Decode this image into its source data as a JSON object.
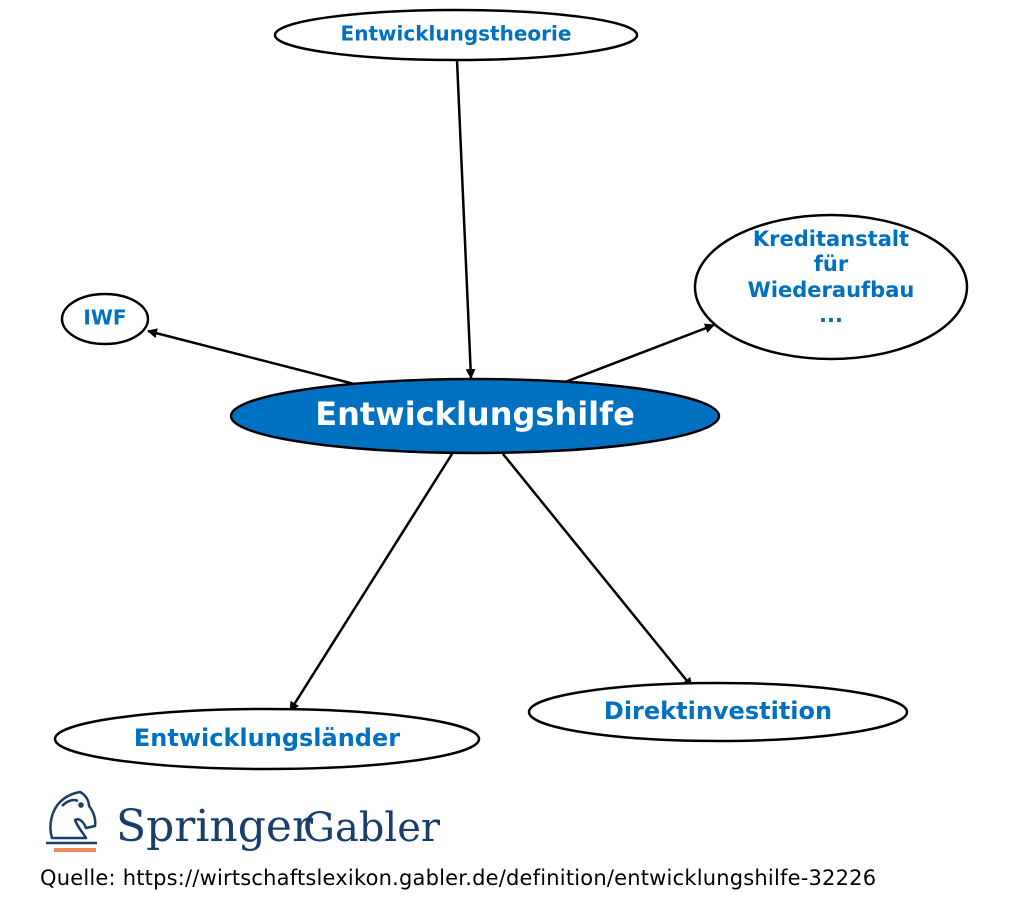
{
  "diagram": {
    "center": {
      "label": "Entwicklungshilfe"
    },
    "nodes": {
      "theory": {
        "label": "Entwicklungstheorie"
      },
      "kfw": {
        "lines": [
          "Kreditanstalt",
          "für",
          "Wiederaufbau",
          "..."
        ]
      },
      "iwf": {
        "label": "IWF"
      },
      "countries": {
        "label": "Entwicklungsländer"
      },
      "fdi": {
        "label": "Direktinvestition"
      }
    },
    "edges": [
      {
        "from": "Entwicklungstheorie",
        "to": "Entwicklungshilfe"
      },
      {
        "from": "Entwicklungshilfe",
        "to": "IWF"
      },
      {
        "from": "Entwicklungshilfe",
        "to": "Kreditanstalt für Wiederaufbau ..."
      },
      {
        "from": "Entwicklungshilfe",
        "to": "Entwicklungsländer"
      },
      {
        "from": "Entwicklungshilfe",
        "to": "Direktinvestition"
      }
    ],
    "colors": {
      "accent": "#0070c0",
      "outline": "#000000",
      "logo": "#1a3d6b",
      "logo_underline": "#f08a5d"
    }
  },
  "logo": {
    "brand": "Springer",
    "sub": "Gabler"
  },
  "source": {
    "text": "Quelle: https://wirtschaftslexikon.gabler.de/definition/entwicklungshilfe-32226"
  }
}
